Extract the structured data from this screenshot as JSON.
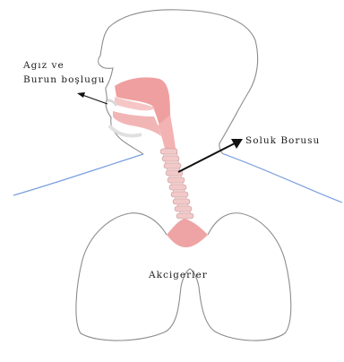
{
  "labels": {
    "mouth_nose_line1": "Agız ve",
    "mouth_nose_line2": "Burun boşlugu",
    "trachea": "Soluk Borusu",
    "lungs": "Akcigerler"
  },
  "colors": {
    "outline": "#8c8c8c",
    "cavity": "#ec8e8e",
    "cavity_light": "#f6c6c6",
    "cartilage": "#f1c9c9",
    "shoulder_line": "#7b9fe0",
    "arrow": "#111111"
  }
}
